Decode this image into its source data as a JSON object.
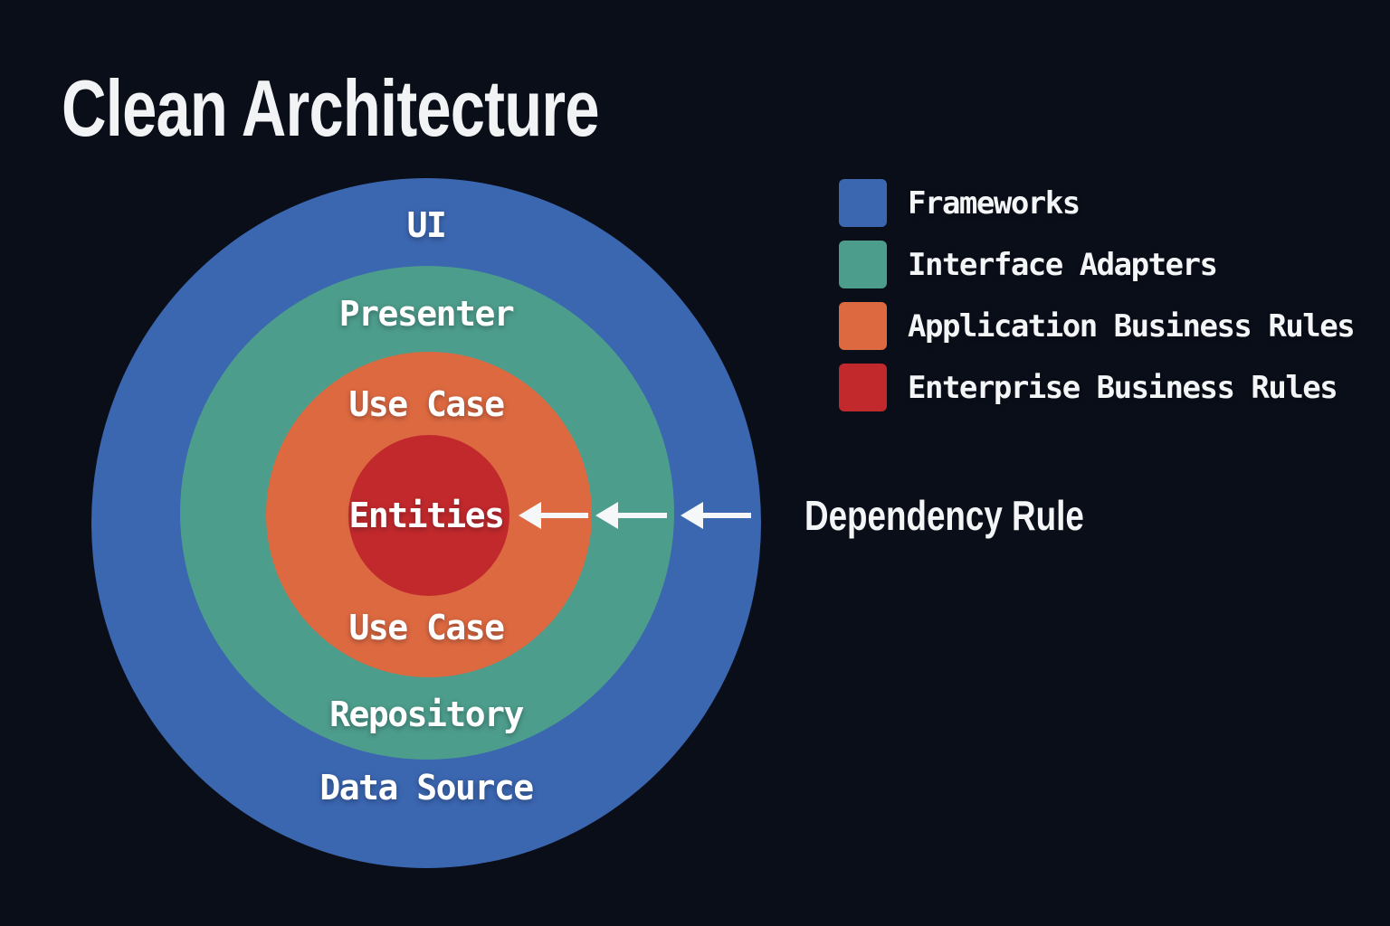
{
  "title": "Clean Architecture",
  "colors": {
    "background": "#0a0e18",
    "frameworks": "#3b66b0",
    "interface_adapters": "#4d9d8c",
    "application_business_rules": "#dd6940",
    "enterprise_business_rules": "#c1292c",
    "arrow": "#f6f7f9",
    "text": "#ffffff"
  },
  "diagram": {
    "rings": [
      {
        "id": "frameworks",
        "color": "#3b66b0",
        "label_top": "UI",
        "label_bottom": "Data Source"
      },
      {
        "id": "interface-adapters",
        "color": "#4d9d8c",
        "label_top": "Presenter",
        "label_bottom": "Repository"
      },
      {
        "id": "application-business-rules",
        "color": "#dd6940",
        "label_top": "Use Case",
        "label_bottom": "Use Case"
      },
      {
        "id": "enterprise-business-rules",
        "color": "#c1292c",
        "label_center": "Entities"
      }
    ],
    "dependency_rule": {
      "label": "Dependency Rule",
      "arrow_count": 3,
      "direction": "inward"
    }
  },
  "legend": {
    "items": [
      {
        "label": "Frameworks",
        "color": "#3b66b0"
      },
      {
        "label": "Interface Adapters",
        "color": "#4d9d8c"
      },
      {
        "label": "Application Business Rules",
        "color": "#dd6940"
      },
      {
        "label": "Enterprise Business Rules",
        "color": "#c1292c"
      }
    ]
  }
}
